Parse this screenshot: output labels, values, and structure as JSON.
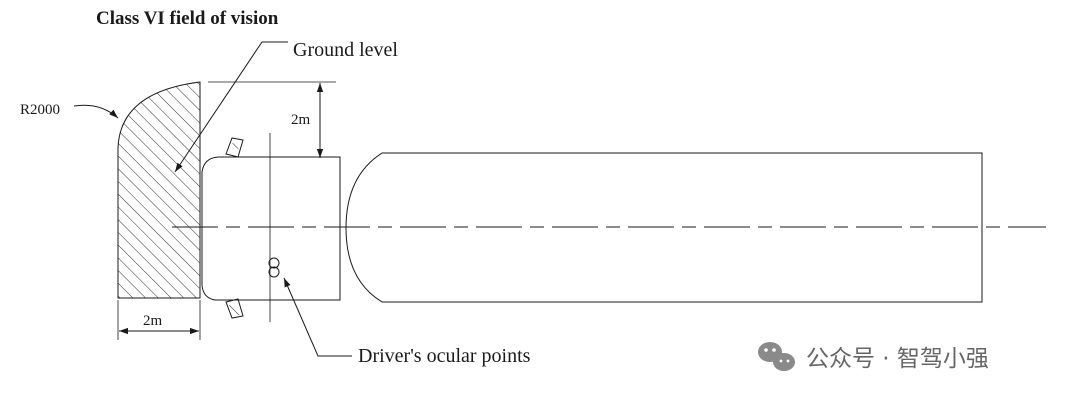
{
  "title": "Class VI field of vision",
  "labels": {
    "ground_level": "Ground level",
    "radius": "R2000",
    "height_dim": "2m",
    "width_dim": "2m",
    "ocular_points": "Driver's ocular points"
  },
  "watermark": {
    "icon": "wechat-icon",
    "text": "公众号 · 智驾小强"
  }
}
